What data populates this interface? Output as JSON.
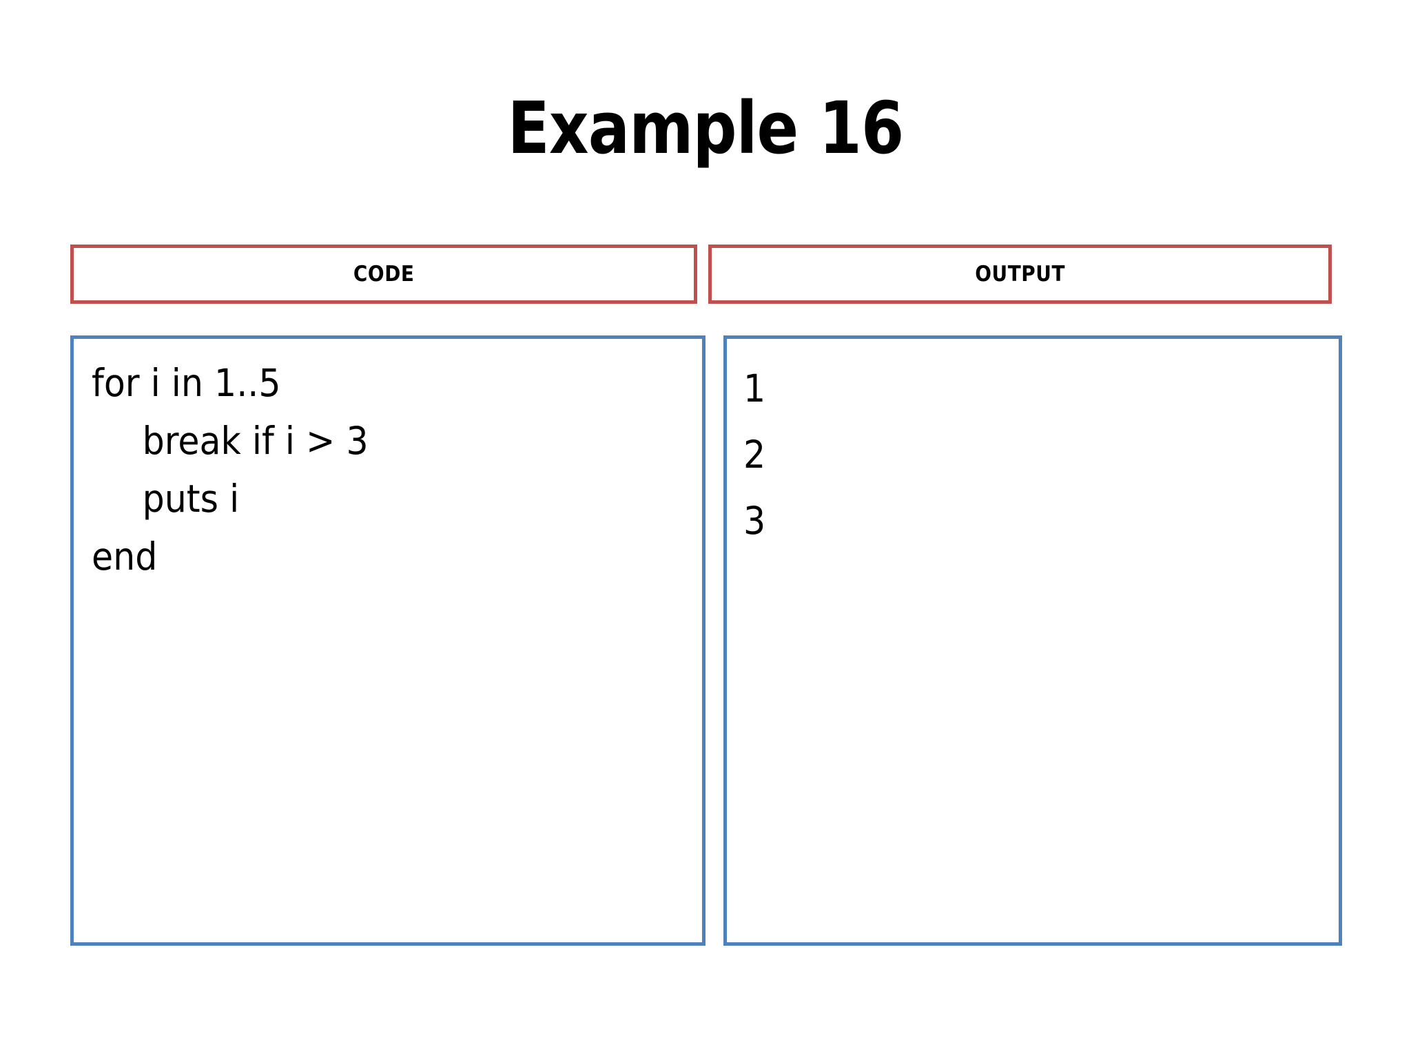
{
  "slide": {
    "title": "Example 16",
    "background_color": "#FFFFFF",
    "header_border_color": "#C0504D",
    "panel_border_color": "#4F81BD",
    "text_color": "#000000"
  },
  "panels": {
    "code": {
      "header_label": "CODE",
      "lines": [
        {
          "text": "for i in 1..5",
          "indent": 0
        },
        {
          "text": "break if i > 3",
          "indent": 1
        },
        {
          "text": "puts i",
          "indent": 1
        },
        {
          "text": "end",
          "indent": 0
        }
      ]
    },
    "output": {
      "header_label": "OUTPUT",
      "lines": [
        {
          "text": "1"
        },
        {
          "text": "2"
        },
        {
          "text": "3"
        }
      ]
    }
  }
}
